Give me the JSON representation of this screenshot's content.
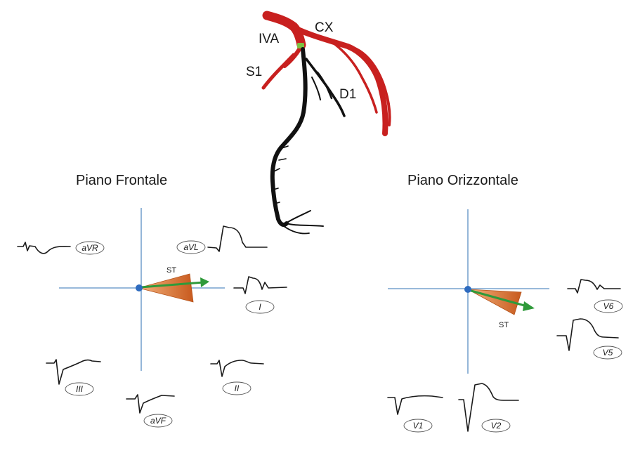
{
  "anatomy": {
    "labels": {
      "ivA": "IVA",
      "cx": "CX",
      "s1": "S1",
      "d1": "D1"
    },
    "colors": {
      "proximal": "#c8201f",
      "distal": "#111111",
      "occlusion": "#7dc142"
    }
  },
  "frontal": {
    "title": "Piano Frontale",
    "st_label": "ST",
    "leads": {
      "avr": "aVR",
      "avl": "aVL",
      "i": "I",
      "iii": "III",
      "avf": "aVF",
      "ii": "II"
    }
  },
  "horizontal": {
    "title": "Piano Orizzontale",
    "st_label": "ST",
    "leads": {
      "v6": "V6",
      "v5": "V5",
      "v1": "V1",
      "v2": "V2"
    }
  },
  "colors": {
    "axis": "#5b8fc4",
    "vector_cone": "#e0773a",
    "vector_arrow": "#2f9a3a",
    "origin": "#2e6bbf"
  }
}
